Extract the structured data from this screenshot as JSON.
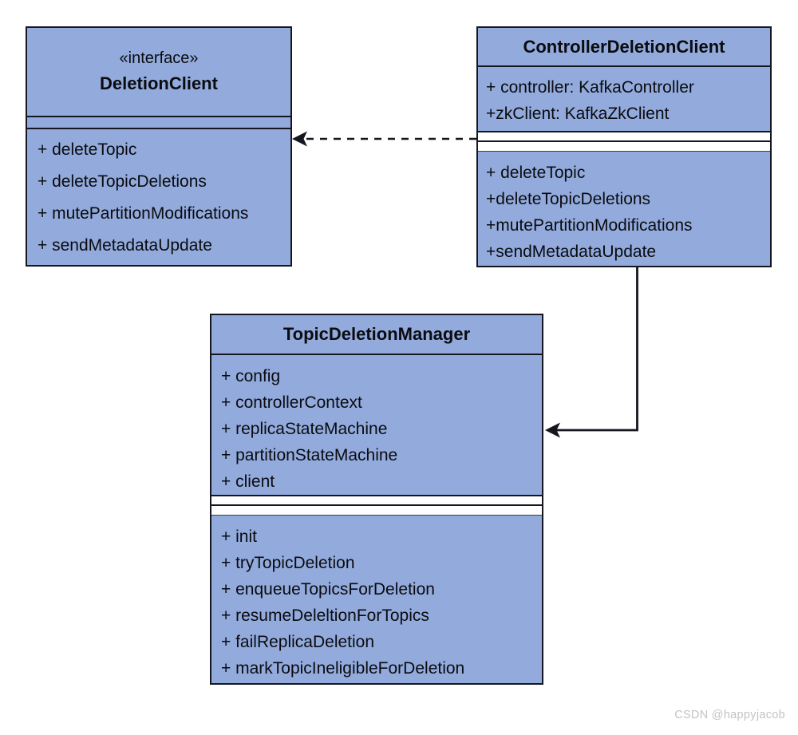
{
  "diagram": {
    "classes": {
      "deletion_client": {
        "stereotype": "«interface»",
        "name": "DeletionClient",
        "attributes": [],
        "methods": [
          "+ deleteTopic",
          "+ deleteTopicDeletions",
          "+ mutePartitionModifications",
          "+ sendMetadataUpdate"
        ]
      },
      "controller_deletion_client": {
        "name": "ControllerDeletionClient",
        "attributes": [
          "+ controller: KafkaController",
          "+zkClient: KafkaZkClient"
        ],
        "methods": [
          "+ deleteTopic",
          "+deleteTopicDeletions",
          "+mutePartitionModifications",
          "+sendMetadataUpdate"
        ]
      },
      "topic_deletion_manager": {
        "name": "TopicDeletionManager",
        "attributes": [
          "+ config",
          "+ controllerContext",
          "+ replicaStateMachine",
          "+ partitionStateMachine",
          "+ client"
        ],
        "methods": [
          "+ init",
          "+ tryTopicDeletion",
          "+ enqueueTopicsForDeletion",
          "+ resumeDeleltionForTopics",
          "+ failReplicaDeletion",
          "+ markTopicIneligibleForDeletion"
        ]
      }
    },
    "relationships": [
      {
        "from": "ControllerDeletionClient",
        "to": "DeletionClient",
        "type": "dashed-dependency"
      },
      {
        "from": "ControllerDeletionClient",
        "to": "TopicDeletionManager",
        "type": "solid-association"
      }
    ],
    "colors": {
      "class_fill": "#92abdc",
      "border": "#15161e",
      "text": "#0b0b10",
      "watermark": "#c3c3c7"
    }
  },
  "watermark": {
    "text": "CSDN @happyjacob"
  }
}
